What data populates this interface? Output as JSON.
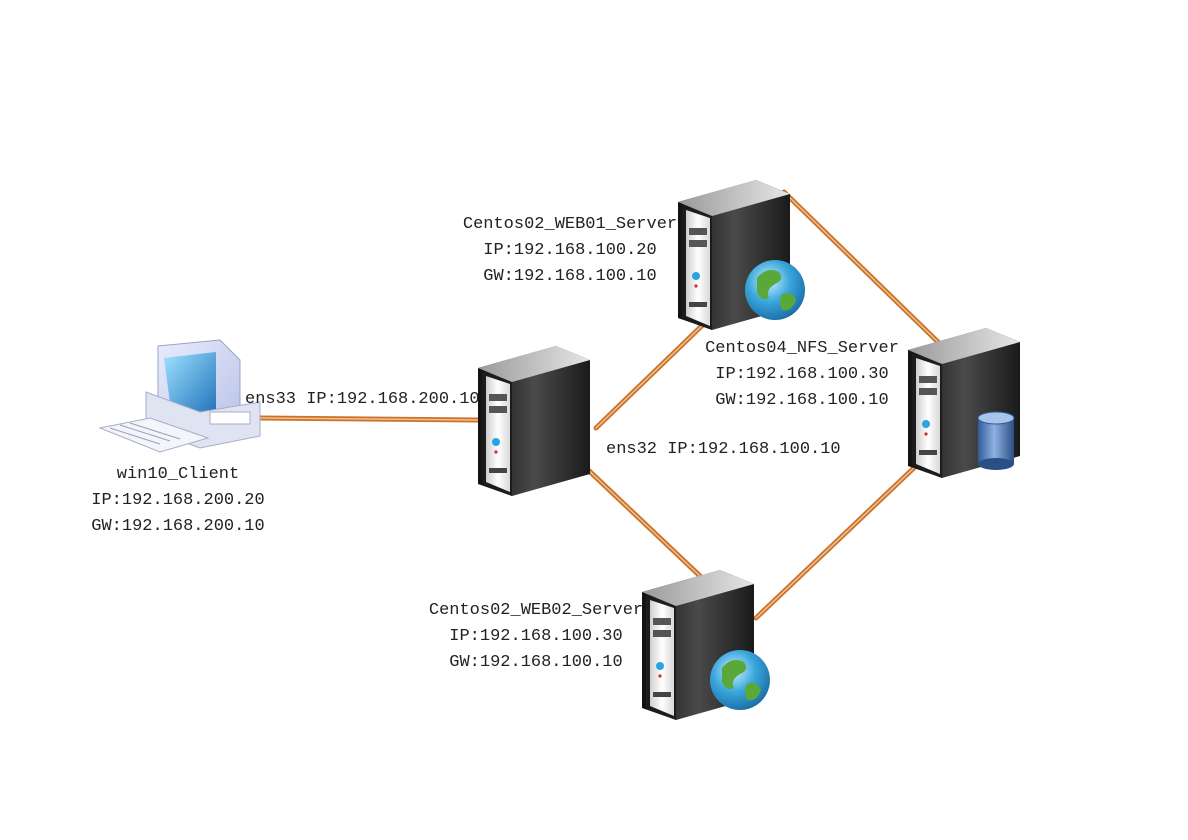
{
  "colors": {
    "link": "#c9722b",
    "link_highlight": "#f3c08c",
    "server_body": "#2b2b2b",
    "server_front": "#eeeeee",
    "globe_sea": "#3aa7dc",
    "globe_land": "#5aa83a",
    "disk": "#4f79b8"
  },
  "nodes": {
    "client": {
      "name": "win10_Client",
      "ip": "IP:192.168.200.20",
      "gw": "GW:192.168.200.10",
      "icon": "desktop-computer-icon"
    },
    "gateway": {
      "icon": "server-icon",
      "left_if": "ens33 IP:192.168.200.10",
      "right_if": "ens32 IP:192.168.100.10"
    },
    "web01": {
      "name": "Centos02_WEB01_Server",
      "ip": "IP:192.168.100.20",
      "gw": "GW:192.168.100.10",
      "icon": "web-server-icon"
    },
    "web02": {
      "name": "Centos02_WEB02_Server",
      "ip": "IP:192.168.100.30",
      "gw": "GW:192.168.100.10",
      "icon": "web-server-icon"
    },
    "nfs": {
      "name": "Centos04_NFS_Server",
      "ip": "IP:192.168.100.30",
      "gw": "GW:192.168.100.10",
      "icon": "database-server-icon"
    }
  },
  "links": [
    {
      "from": "client",
      "to": "gateway"
    },
    {
      "from": "gateway",
      "to": "web01"
    },
    {
      "from": "gateway",
      "to": "web02"
    },
    {
      "from": "web01",
      "to": "nfs"
    },
    {
      "from": "web02",
      "to": "nfs"
    }
  ]
}
